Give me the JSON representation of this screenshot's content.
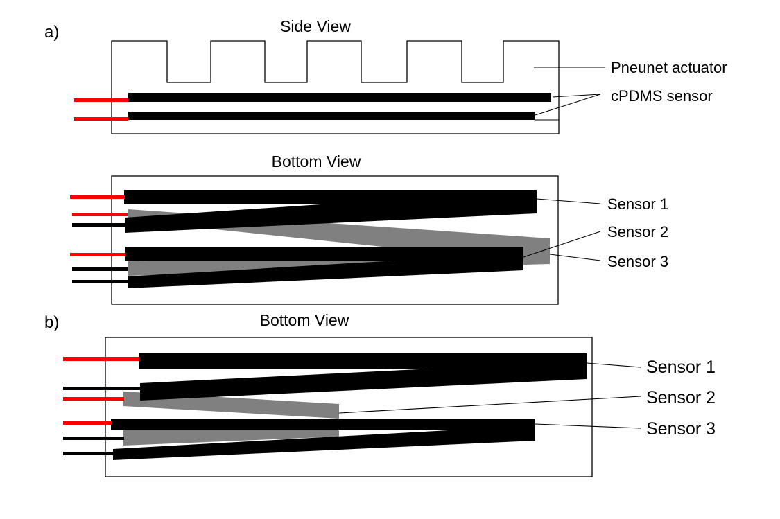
{
  "colors": {
    "sensor_black": "#000000",
    "sensor_gray": "#808080",
    "wire_red": "#ff0000",
    "wire_black": "#000000",
    "outline": "#000000",
    "background": "#ffffff"
  },
  "panel_a": {
    "label": "a)",
    "side_view": {
      "title": "Side View",
      "actuator_label": "Pneunet actuator",
      "sensor_label": "cPDMS sensor"
    },
    "bottom_view": {
      "title": "Bottom View",
      "sensor_1": "Sensor 1",
      "sensor_2": "Sensor 2",
      "sensor_3": "Sensor 3"
    }
  },
  "panel_b": {
    "label": "b)",
    "bottom_view": {
      "title": "Bottom View",
      "sensor_1": "Sensor 1",
      "sensor_2": "Sensor 2",
      "sensor_3": "Sensor 3"
    }
  }
}
